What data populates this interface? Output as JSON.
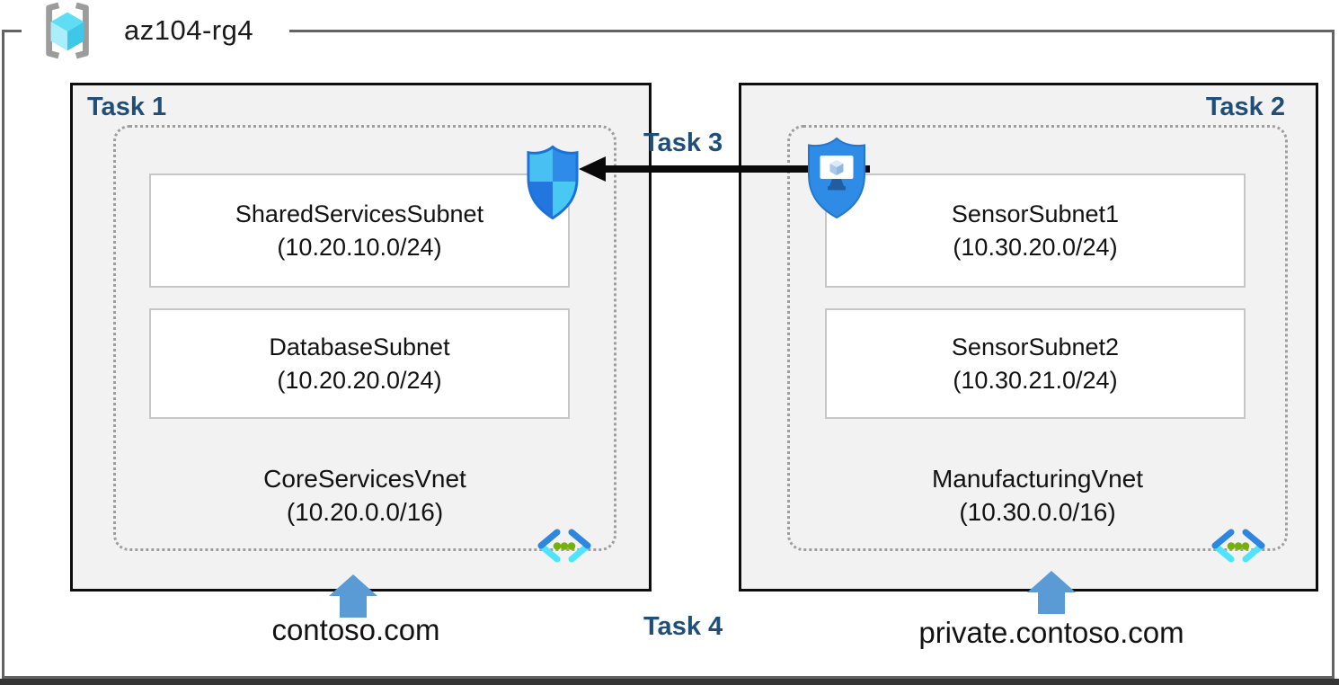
{
  "title": {
    "text": "az104-rg4"
  },
  "labels": {
    "task1": "Task 1",
    "task2": "Task 2",
    "task3": "Task 3",
    "task4": "Task 4",
    "dns_left": "contoso.com",
    "dns_right": "private.contoso.com"
  },
  "vnets": [
    {
      "name": "CoreServicesVnet",
      "cidr": "(10.20.0.0/16)",
      "subnets": [
        {
          "name": "SharedServicesSubnet",
          "cidr": "(10.20.10.0/24)"
        },
        {
          "name": "DatabaseSubnet",
          "cidr": "(10.20.20.0/24)"
        }
      ]
    },
    {
      "name": "ManufacturingVnet",
      "cidr": "(10.30.0.0/16)",
      "subnets": [
        {
          "name": "SensorSubnet1",
          "cidr": "(10.30.20.0/24)"
        },
        {
          "name": "SensorSubnet2",
          "cidr": "(10.30.21.0/24)"
        }
      ]
    }
  ],
  "icons": {
    "resource_group": "resource-group-icon",
    "nsg": "network-security-group-icon",
    "bastion": "bastion-icon",
    "vnet": "virtual-network-icon",
    "peering_arrow": "black-left-arrow",
    "dns_arrow": "blue-up-arrow"
  },
  "colors": {
    "task_label": "#1F4E79",
    "panel_fill": "#F2F2F2",
    "panel_border": "#0D0D0D",
    "outer_border": "#636363",
    "dotted_border": "#9E9E9E",
    "blue_arrow": "#5B9BD5",
    "black_arrow": "#0A0A0A",
    "icon_blue": "#2E8CE6",
    "icon_cyan": "#50E6FF",
    "icon_green_dot": "#76B00B"
  }
}
